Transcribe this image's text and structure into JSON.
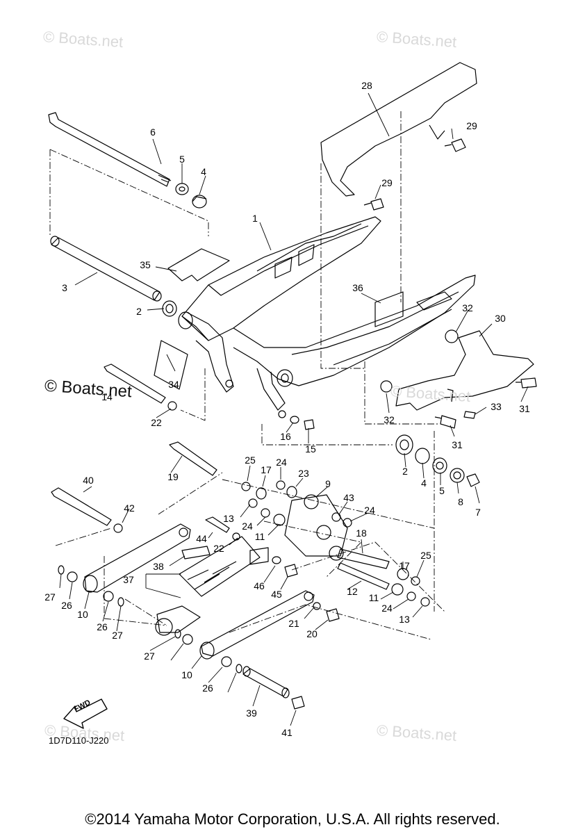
{
  "watermarks": {
    "top_left": "© Boats.net",
    "top_right": "© Boats.net",
    "mid_left": "© Boats.net",
    "mid_right": "© Boats.net",
    "bottom_left": "© Boats.net",
    "bottom_right": "© Boats.net"
  },
  "diagram_code": "1D7D110-J220",
  "fwd_label": "FWD",
  "copyright": "©2014 Yamaha Motor Corporation, U.S.A. All rights reserved.",
  "callouts": [
    "1",
    "2",
    "2",
    "3",
    "4",
    "4",
    "5",
    "5",
    "6",
    "7",
    "8",
    "9",
    "10",
    "10",
    "11",
    "11",
    "12",
    "13",
    "13",
    "14",
    "15",
    "16",
    "17",
    "17",
    "18",
    "19",
    "20",
    "21",
    "22",
    "22",
    "23",
    "24",
    "24",
    "24",
    "24",
    "25",
    "25",
    "26",
    "26",
    "26",
    "27",
    "27",
    "27",
    "28",
    "29",
    "29",
    "30",
    "31",
    "31",
    "32",
    "32",
    "33",
    "34",
    "35",
    "36",
    "37",
    "38",
    "39",
    "40",
    "41",
    "42",
    "43",
    "44",
    "45",
    "46"
  ]
}
